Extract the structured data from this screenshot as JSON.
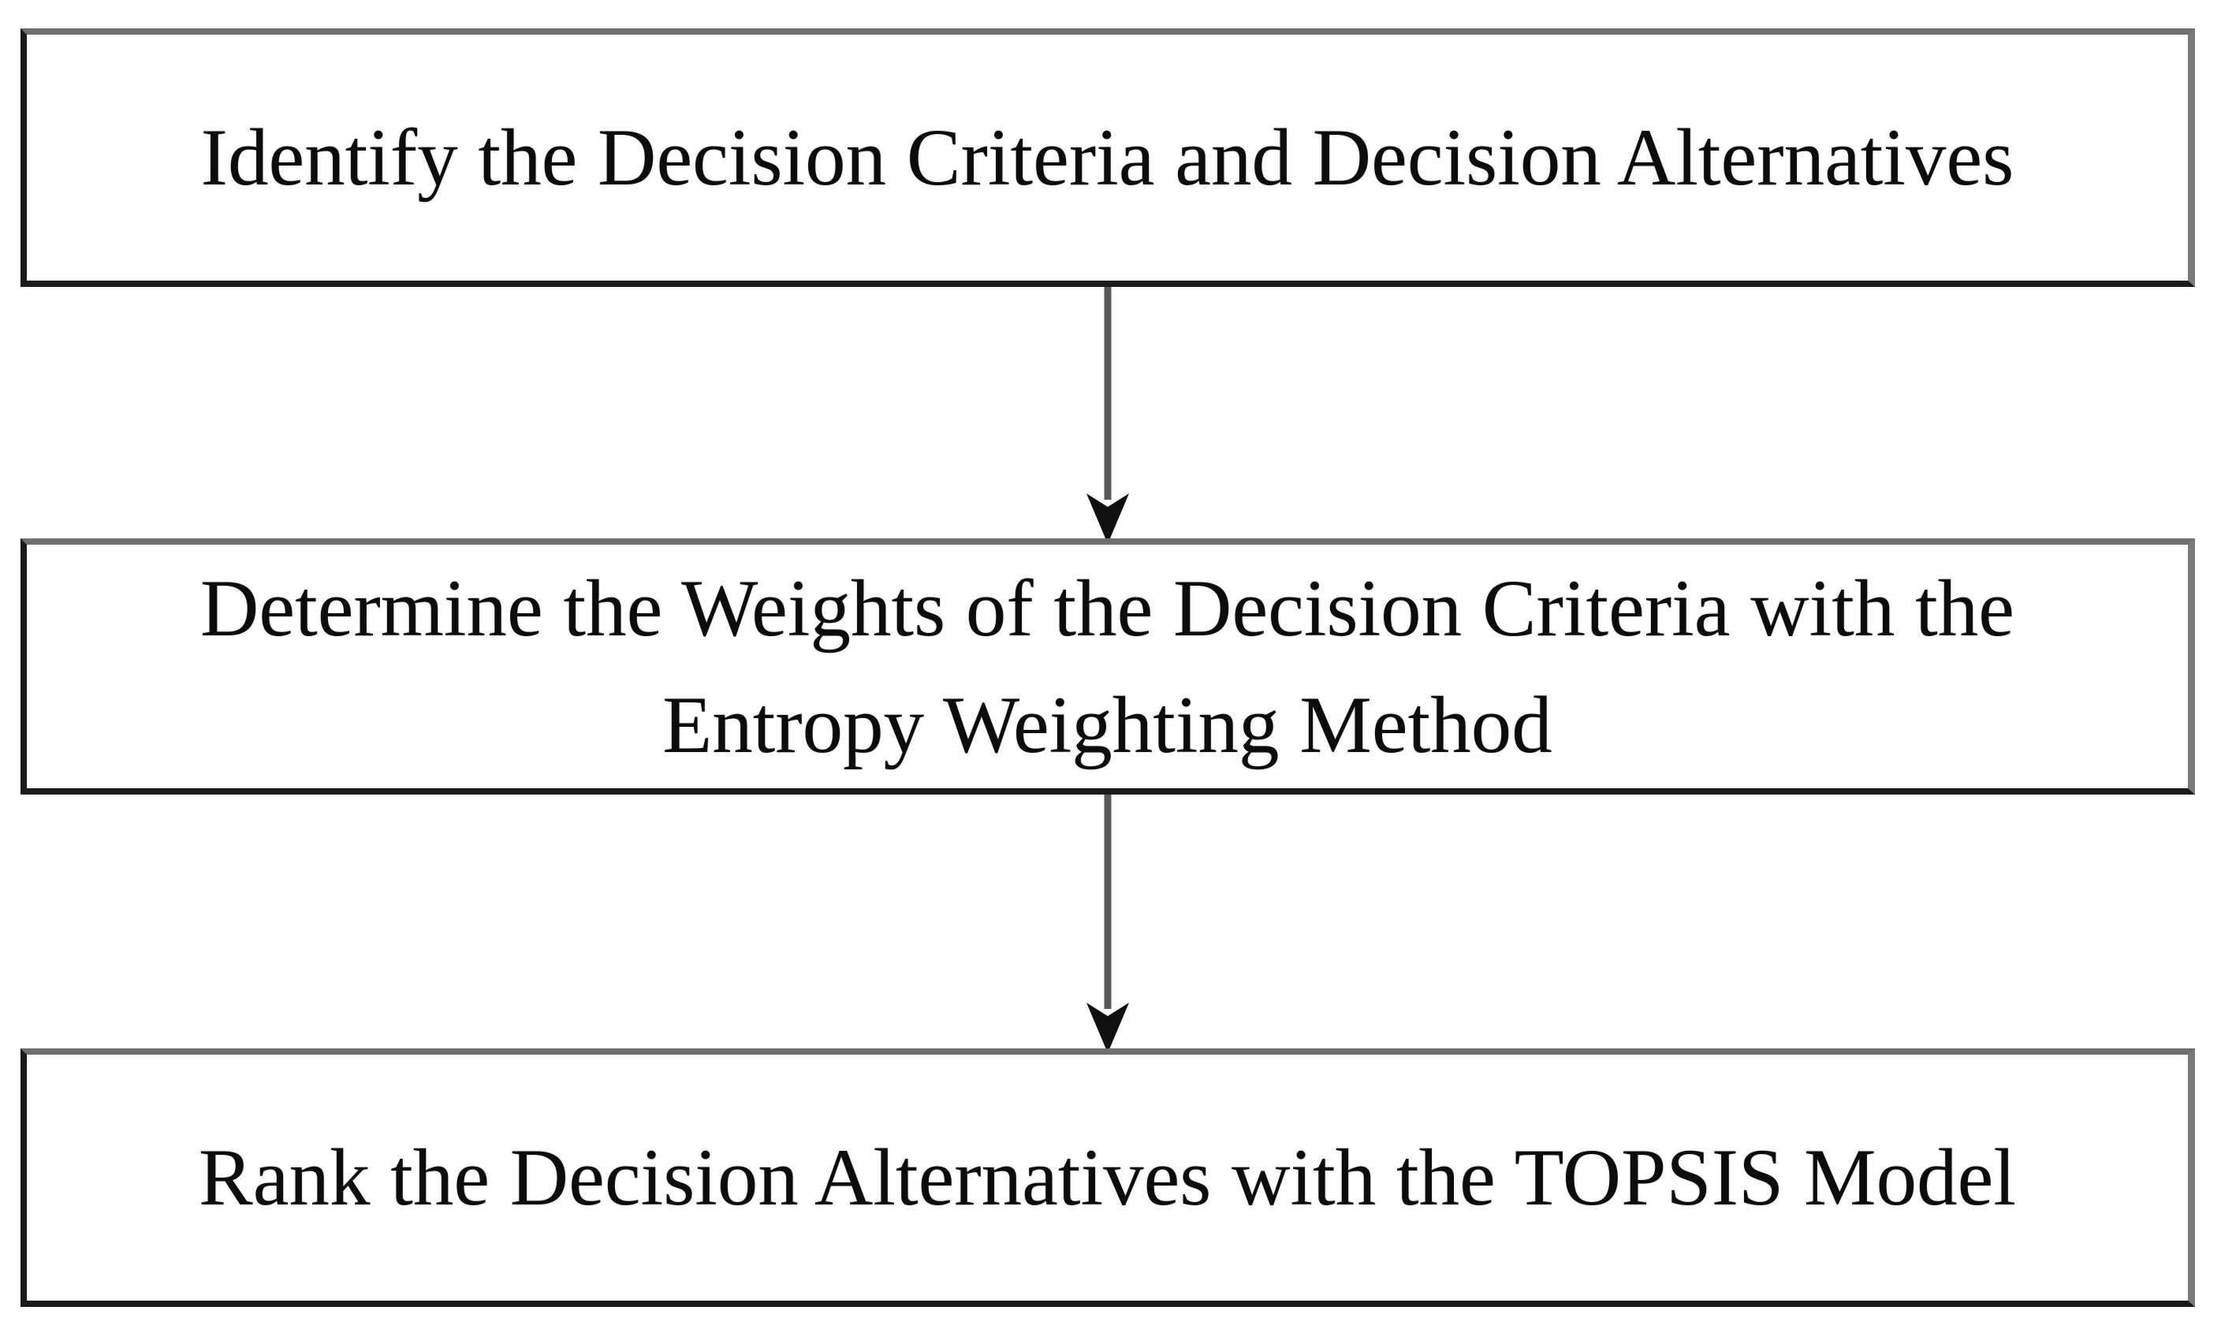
{
  "diagram": {
    "type": "flowchart",
    "background_color": "#ffffff",
    "box_fill_color": "#ffffff",
    "box_border_dark_color": "#1a1a1a",
    "box_border_gray_color": "#6f6f6f",
    "text_color": "#0c0c0c",
    "arrow_shaft_color": "#5a5a5a",
    "arrowhead_color": "#101010",
    "steps": [
      {
        "id": 1,
        "label": "Identify the Decision Criteria and Decision Alternatives",
        "lines": [
          "Identify the Decision Criteria and Decision Alternatives"
        ]
      },
      {
        "id": 2,
        "label": "Determine the Weights of the Decision Criteria with the Entropy Weighting Method",
        "lines": [
          "Determine the Weights of the Decision Criteria with the",
          "Entropy Weighting Method"
        ]
      },
      {
        "id": 3,
        "label": "Rank the Decision Alternatives with the TOPSIS Model",
        "lines": [
          "Rank the Decision Alternatives with the TOPSIS Model"
        ]
      }
    ],
    "connectors": [
      {
        "from": 1,
        "to": 2,
        "icon": "arrow-down"
      },
      {
        "from": 2,
        "to": 3,
        "icon": "arrow-down"
      }
    ]
  }
}
